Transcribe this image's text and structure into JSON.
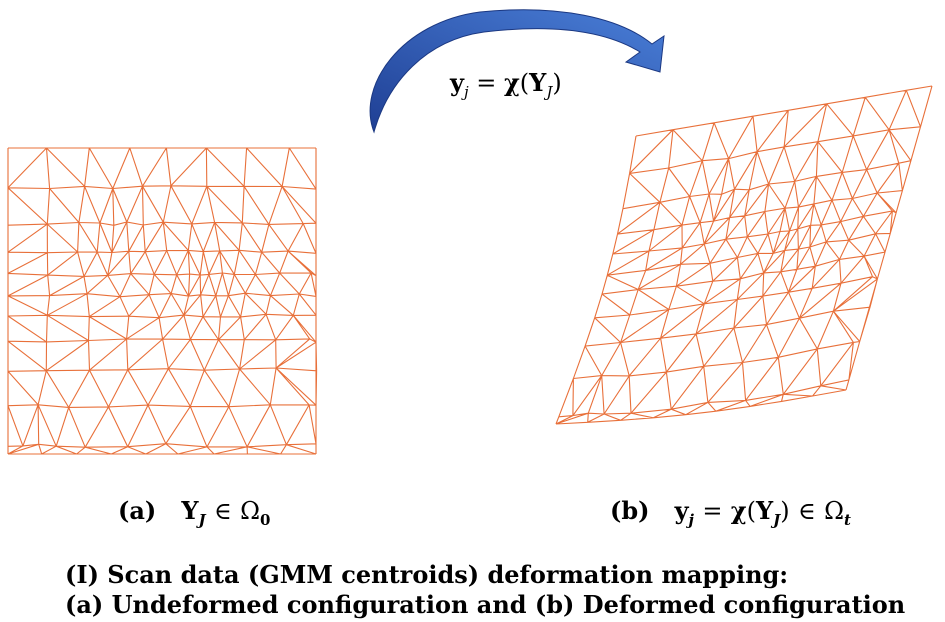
{
  "arrow_formula": {
    "lhs_symbol": "y",
    "lhs_index": "j",
    "eq": "=",
    "map_symbol": "χ",
    "open": "(",
    "arg_symbol": "Y",
    "arg_index": "J",
    "close": ")"
  },
  "panel_a": {
    "tag": "(a)",
    "symbol": "Y",
    "index": "J",
    "relation": "∈",
    "domain": "Ω",
    "domain_index": "0"
  },
  "panel_b": {
    "tag": "(b)",
    "lhs_symbol": "y",
    "lhs_index": "j",
    "eq": "=",
    "map_symbol": "χ",
    "open": "(",
    "arg_symbol": "Y",
    "arg_index": "J",
    "close": ")",
    "relation": "∈",
    "domain": "Ω",
    "domain_index": "t"
  },
  "caption": {
    "line1": "(I) Scan data (GMM centroids) deformation mapping:",
    "line2": "(a) Undeformed configuration and (b) Deformed configuration"
  },
  "colors": {
    "mesh": "#e8703a",
    "arrow_dark": "#1f3f94",
    "arrow_light": "#4a7fd8"
  }
}
